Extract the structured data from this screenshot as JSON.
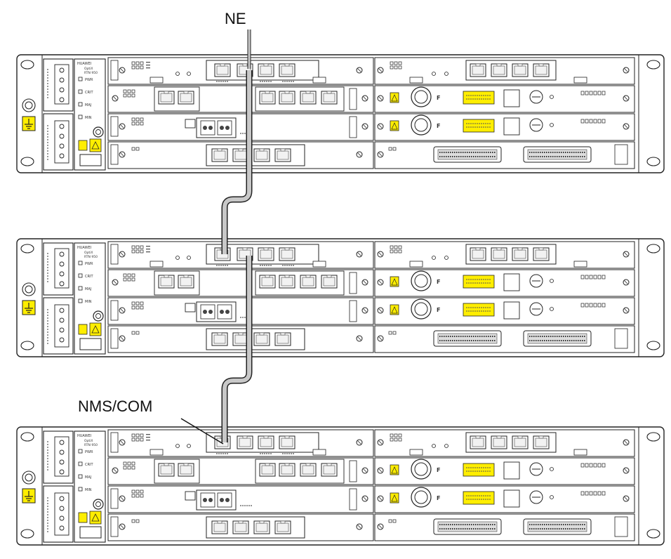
{
  "labels": {
    "ne": "NE",
    "nms": "NMS/COM"
  },
  "colors": {
    "chassis_stroke": "#222222",
    "panel_fill": "#ffffff",
    "warning_yellow": "#ffee00",
    "ground_yellow": "#ffee00",
    "cable_fill": "#c8c8c8"
  },
  "icons": {
    "ground": "ground-icon",
    "fan": "fan-icon",
    "warning": "warning-label-icon",
    "optical": "optical-port-icon"
  },
  "devices": [
    {
      "name": "ne-chassis-top"
    },
    {
      "name": "ne-chassis-middle"
    },
    {
      "name": "ne-chassis-bottom"
    }
  ]
}
